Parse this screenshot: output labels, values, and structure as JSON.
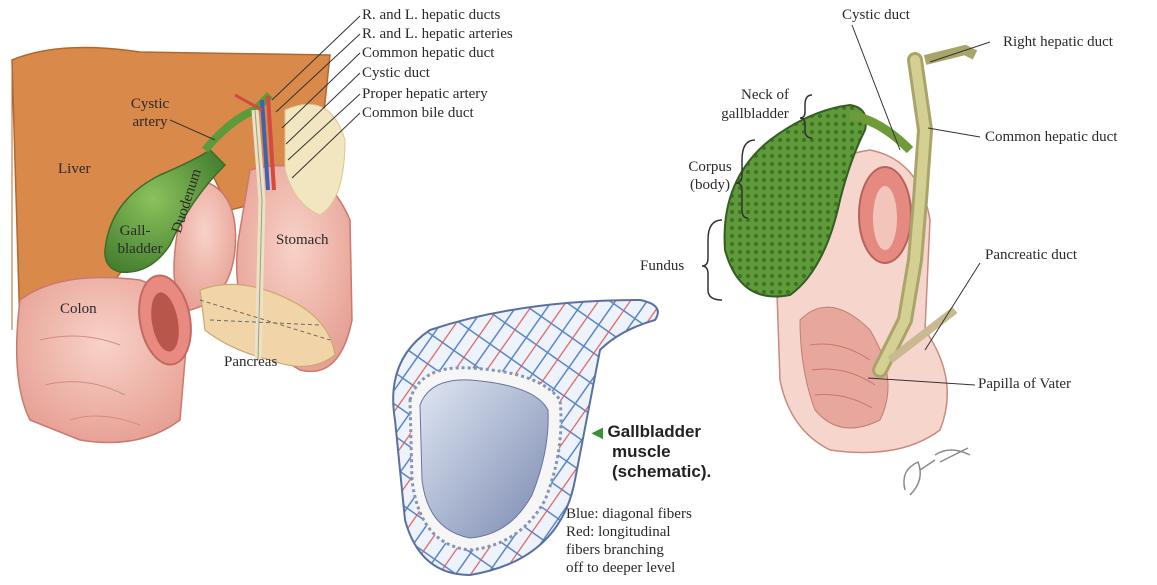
{
  "left_panel": {
    "labels": {
      "rl_hepatic_ducts": "R. and L. hepatic ducts",
      "rl_hepatic_arteries": "R. and L. hepatic arteries",
      "common_hepatic_duct": "Common hepatic duct",
      "cystic_duct": "Cystic duct",
      "proper_hepatic_artery": "Proper hepatic artery",
      "common_bile_duct": "Common bile duct",
      "cystic_artery_1": "Cystic",
      "cystic_artery_2": "artery",
      "liver": "Liver",
      "gallbladder_1": "Gall-",
      "gallbladder_2": "bladder",
      "duodenum": "Duodenum",
      "stomach": "Stomach",
      "colon": "Colon",
      "pancreas": "Pancreas"
    }
  },
  "middle_panel": {
    "marker": "◀",
    "title_1": "Gallbladder",
    "title_2": "muscle",
    "title_3": "(schematic).",
    "legend": [
      "Blue: diagonal fibers",
      "Red: longitudinal",
      "fibers branching",
      "off to deeper level"
    ]
  },
  "right_panel": {
    "labels": {
      "cystic_duct": "Cystic duct",
      "right_hepatic_duct": "Right hepatic duct",
      "neck_1": "Neck of",
      "neck_2": "gallbladder",
      "common_hepatic_duct": "Common hepatic duct",
      "corpus_1": "Corpus",
      "corpus_2": "(body)",
      "fundus": "Fundus",
      "pancreatic_duct": "Pancreatic duct",
      "papilla": "Papilla of Vater"
    }
  },
  "colors": {
    "liver": "#d9894a",
    "gallbladder": "#6fa84a",
    "pink_tissue": "#f2b9b0",
    "fiber_blue": "#5a86c8",
    "fiber_red": "#d9605a",
    "accent_green": "#3a8f3a"
  }
}
